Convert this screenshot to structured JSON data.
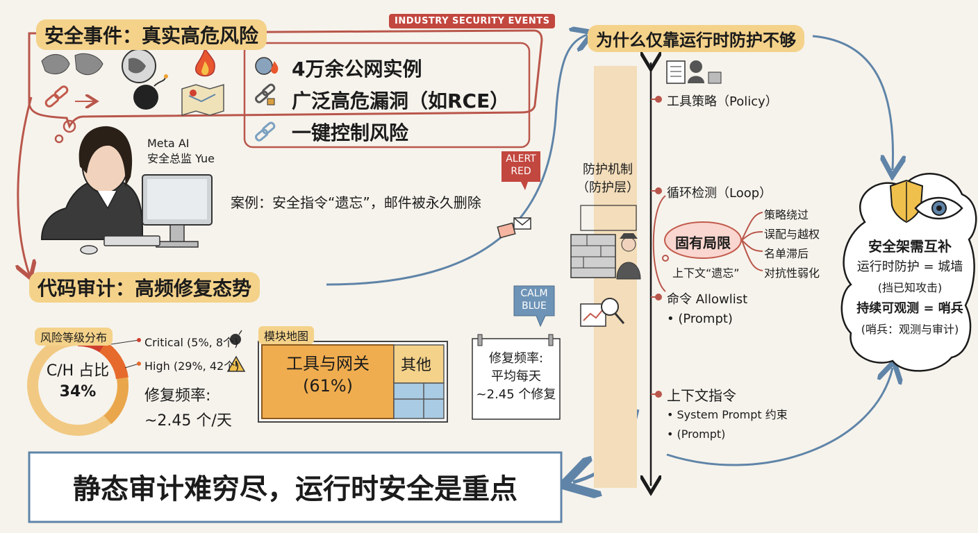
{
  "security_events": {
    "title": "安全事件：真实高危风险",
    "tag": "INDUSTRY SECURITY EVENTS",
    "items": [
      "4万余公网实例",
      "广泛高危漏洞（如RCE）",
      "一键控制风险"
    ]
  },
  "person": {
    "org": "Meta AI",
    "role": "安全总监 Yue"
  },
  "alert": {
    "line1": "ALERT",
    "line2": "RED"
  },
  "case": "案例：安全指令“遗忘”，邮件被永久删除",
  "code_audit": {
    "title": "代码审计：高频修复态势",
    "risk_title": "风险等级分布",
    "donut_label1": "C/H 占比",
    "donut_label2": "34%",
    "critical": "Critical (5%, 8个)",
    "high": "High (29%, 42个)",
    "repair_label": "修复频率:",
    "repair_value": "~2.45 个/天",
    "module_title": "模块地图",
    "module_main": "工具与网关",
    "module_main_pct": "(61%)",
    "module_other": "其他",
    "calm1": "CALM",
    "calm2": "BLUE",
    "note1": "修复频率:",
    "note2": "平均每天",
    "note3": "~2.45 个修复"
  },
  "conclusion": "静态审计难穷尽，运行时安全是重点",
  "why": {
    "title": "为什么仅靠运行时防护不够",
    "mech_label1": "防护机制",
    "mech_label2": "（防护层）",
    "policy": "工具策略（Policy）",
    "loop": "循环检测（Loop）",
    "inherent": "固有局限",
    "limits": [
      "策略绕过",
      "误配与越权",
      "名单滞后",
      "对抗性弱化"
    ],
    "context_forget": "上下文“遗忘”",
    "allowlist1": "命令 Allowlist",
    "allowlist2": "• (Prompt)",
    "ctx1": "上下文指令",
    "ctx2": "• System Prompt 约束",
    "ctx3": "• (Prompt)"
  },
  "complement": {
    "title": "安全架需互补",
    "line1": "运行时防护 = 城墙",
    "line2": "(挡已知攻击)",
    "line3": "持续可观测 = 哨兵",
    "line4": "(哨兵：观测与审计)"
  },
  "colors": {
    "accent_red": "#b9564b",
    "accent_blue": "#5f84a8",
    "highlight": "#f4d28a",
    "orange": "#e9a64b"
  }
}
